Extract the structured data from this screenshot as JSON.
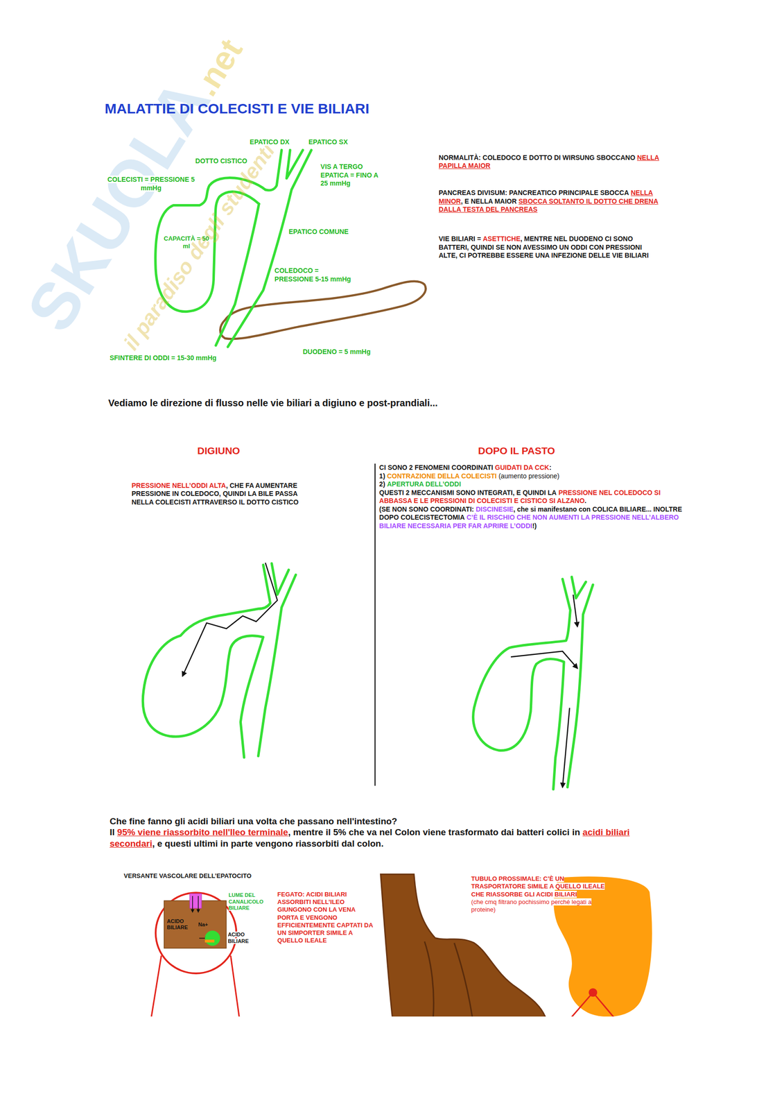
{
  "diagram": {
    "title": "MALATTIE DI COLECISTI E VIE BILIARI",
    "nodes": [
      {
        "text": [
          "CAPACITÀ = 50 ml"
        ]
      },
      {
        "text": [
          "ACIDO BILIARE",
          "Na+"
        ]
      }
    ],
    "labels": [
      "SKUOLA",
      ".net",
      "il paradiso degli studenti",
      "EPATICO DX",
      "EPATICO SX",
      "DOTTO CISTICO",
      "VIS A TERGO EPATICA = FINO A 25 mmHg",
      "COLECISTI = PRESSIONE 5 mmHg",
      "EPATICO COMUNE",
      "COLEDOCO = PRESSIONE 5-15 mmHg",
      "SFINTERE DI ODDI = 15-30 mmHg",
      "DUODENO = 5 mmHg",
      "NORMALITÀ: COLEDOCO E DOTTO DI WIRSUNG SBOCCANO",
      "NELLA PAPILLA MAIOR",
      "PANCREAS DIVISUM: PANCREATICO PRINCIPALE SBOCCA",
      "NELLA MINOR",
      ", E NELLA MAIOR",
      "SBOCCA SOLTANTO IL DOTTO CHE DRENA DALLA TESTA DEL PANCREAS",
      "VIE BILIARI =",
      "ASETTICHE",
      ", MENTRE NEL DUODENO CI SONO BATTERI, QUINDI SE NON AVESSIMO UN ODDI CON PRESSIONI ALTE, CI POTREBBE ESSERE UNA INFEZIONE DELLE VIE BILIARI",
      "Vediamo le direzione di flusso nelle vie biliari a digiuno e post-prandiali...",
      "DIGIUNO",
      "DOPO IL PASTO",
      "PRESSIONE NELL’ODDI ALTA",
      ", CHE FA AUMENTARE PRESSIONE IN COLEDOCO, QUINDI LA BILE PASSA NELLA COLECISTI ATTRAVERSO IL DOTTO CISTICO",
      "CI SONO 2 FENOMENI COORDINATI",
      "GUIDATI DA CCK",
      ":",
      "1)",
      "CONTRAZIONE DELLA COLECISTI",
      "(aumento pressione)",
      "2)",
      "APERTURA DELL’ODDI",
      "QUESTI 2 MECCANISMI SONO INTEGRATI, E QUINDI LA",
      "PRESSIONE NEL COLEDOCO SI ABBASSA E LE PRESSIONI DI COLECISTI E CISTICO SI ALZANO",
      ".",
      "(SE NON SONO COORDINATI:",
      "DISCINESIE",
      ", che si manifestano con COLICA BILIARE... INOLTRE DOPO COLECISTECTOMIA",
      "C’È IL RISCHIO CHE NON AUMENTI LA PRESSIONE NELL’ALBERO BILIARE NECESSARIA PER FAR APRIRE L’ODDI",
      "!)",
      "Che fine fanno gli acidi biliari una volta che passano nell'intestino?",
      "Il",
      "95% viene riassorbito nell'Ileo terminale",
      ", mentre il 5% che va nel Colon viene trasformato dai batteri colici in",
      "acidi biliari secondari",
      ", e questi ultimi in parte vengono riassorbiti dal colon.",
      "VERSANTE VASCOLARE DELL’EPATOCITO",
      "LUME DEL CANALICOLO BILIARE",
      "ACIDO BILIARE",
      "FEGATO: ACIDI BILIARI ASSORBITI NELL’ILEO GIUNGONO CON LA VENA PORTA E VENGONO EFFICIENTEMENTE CAPTATI DA UN SIMPORTER SIMILE A QUELLO ILEALE",
      "TUBULO PROSSIMALE: C’È UN TRASPORTATORE SIMILE A QUELLO ILEALE CHE RIASSORBE GLI ACIDI BILIARI",
      "(che cmq filtrano pochissimo perché legati a proteine)"
    ]
  }
}
